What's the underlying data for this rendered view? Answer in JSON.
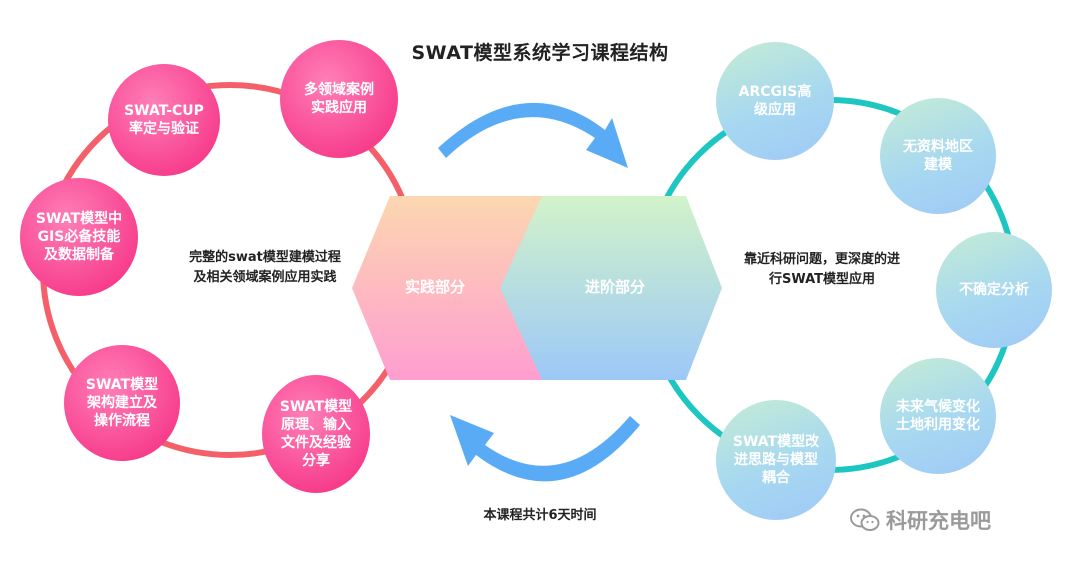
{
  "title": "SWAT模型系统学习课程结构",
  "left_section": {
    "hex_label": "实践部分",
    "description": "完整的swat模型建模过程\n及相关领域案例应用实践",
    "nodes": [
      "多领域案例\n实践应用",
      "SWAT-CUP\n率定与验证",
      "SWAT模型中\nGIS必备技能\n及数据制备",
      "SWAT模型\n架构建立及\n操作流程",
      "SWAT模型\n原理、输入\n文件及经验\n分享"
    ]
  },
  "right_section": {
    "hex_label": "进阶部分",
    "description": "靠近科研问题，更深度的进\n行SWAT模型应用",
    "nodes": [
      "ARCGIS高\n级应用",
      "无资料地区\n建模",
      "不确定分析",
      "未来气候变化\n土地利用变化",
      "SWAT模型改\n进思路与模型\n耦合"
    ]
  },
  "bottom_note": "本课程共计6天时间",
  "watermark": {
    "icon": "wechat-icon",
    "text": "科研充电吧"
  },
  "colors": {
    "left_ring": "#f4606a",
    "right_ring": "#1ec6c2",
    "pink_node": "#f73d8c",
    "arrow": "#5aabf5",
    "text": "#222222"
  }
}
